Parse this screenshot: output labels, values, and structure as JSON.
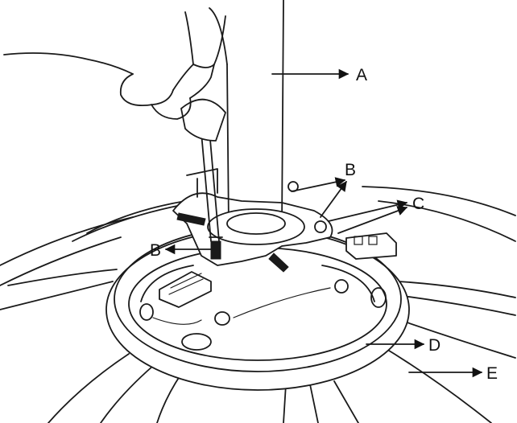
{
  "diagram": {
    "title": "",
    "labels": {
      "A": "A",
      "B_upper": "B",
      "B_left": "B",
      "C": "C",
      "D": "D",
      "E": "E"
    }
  }
}
